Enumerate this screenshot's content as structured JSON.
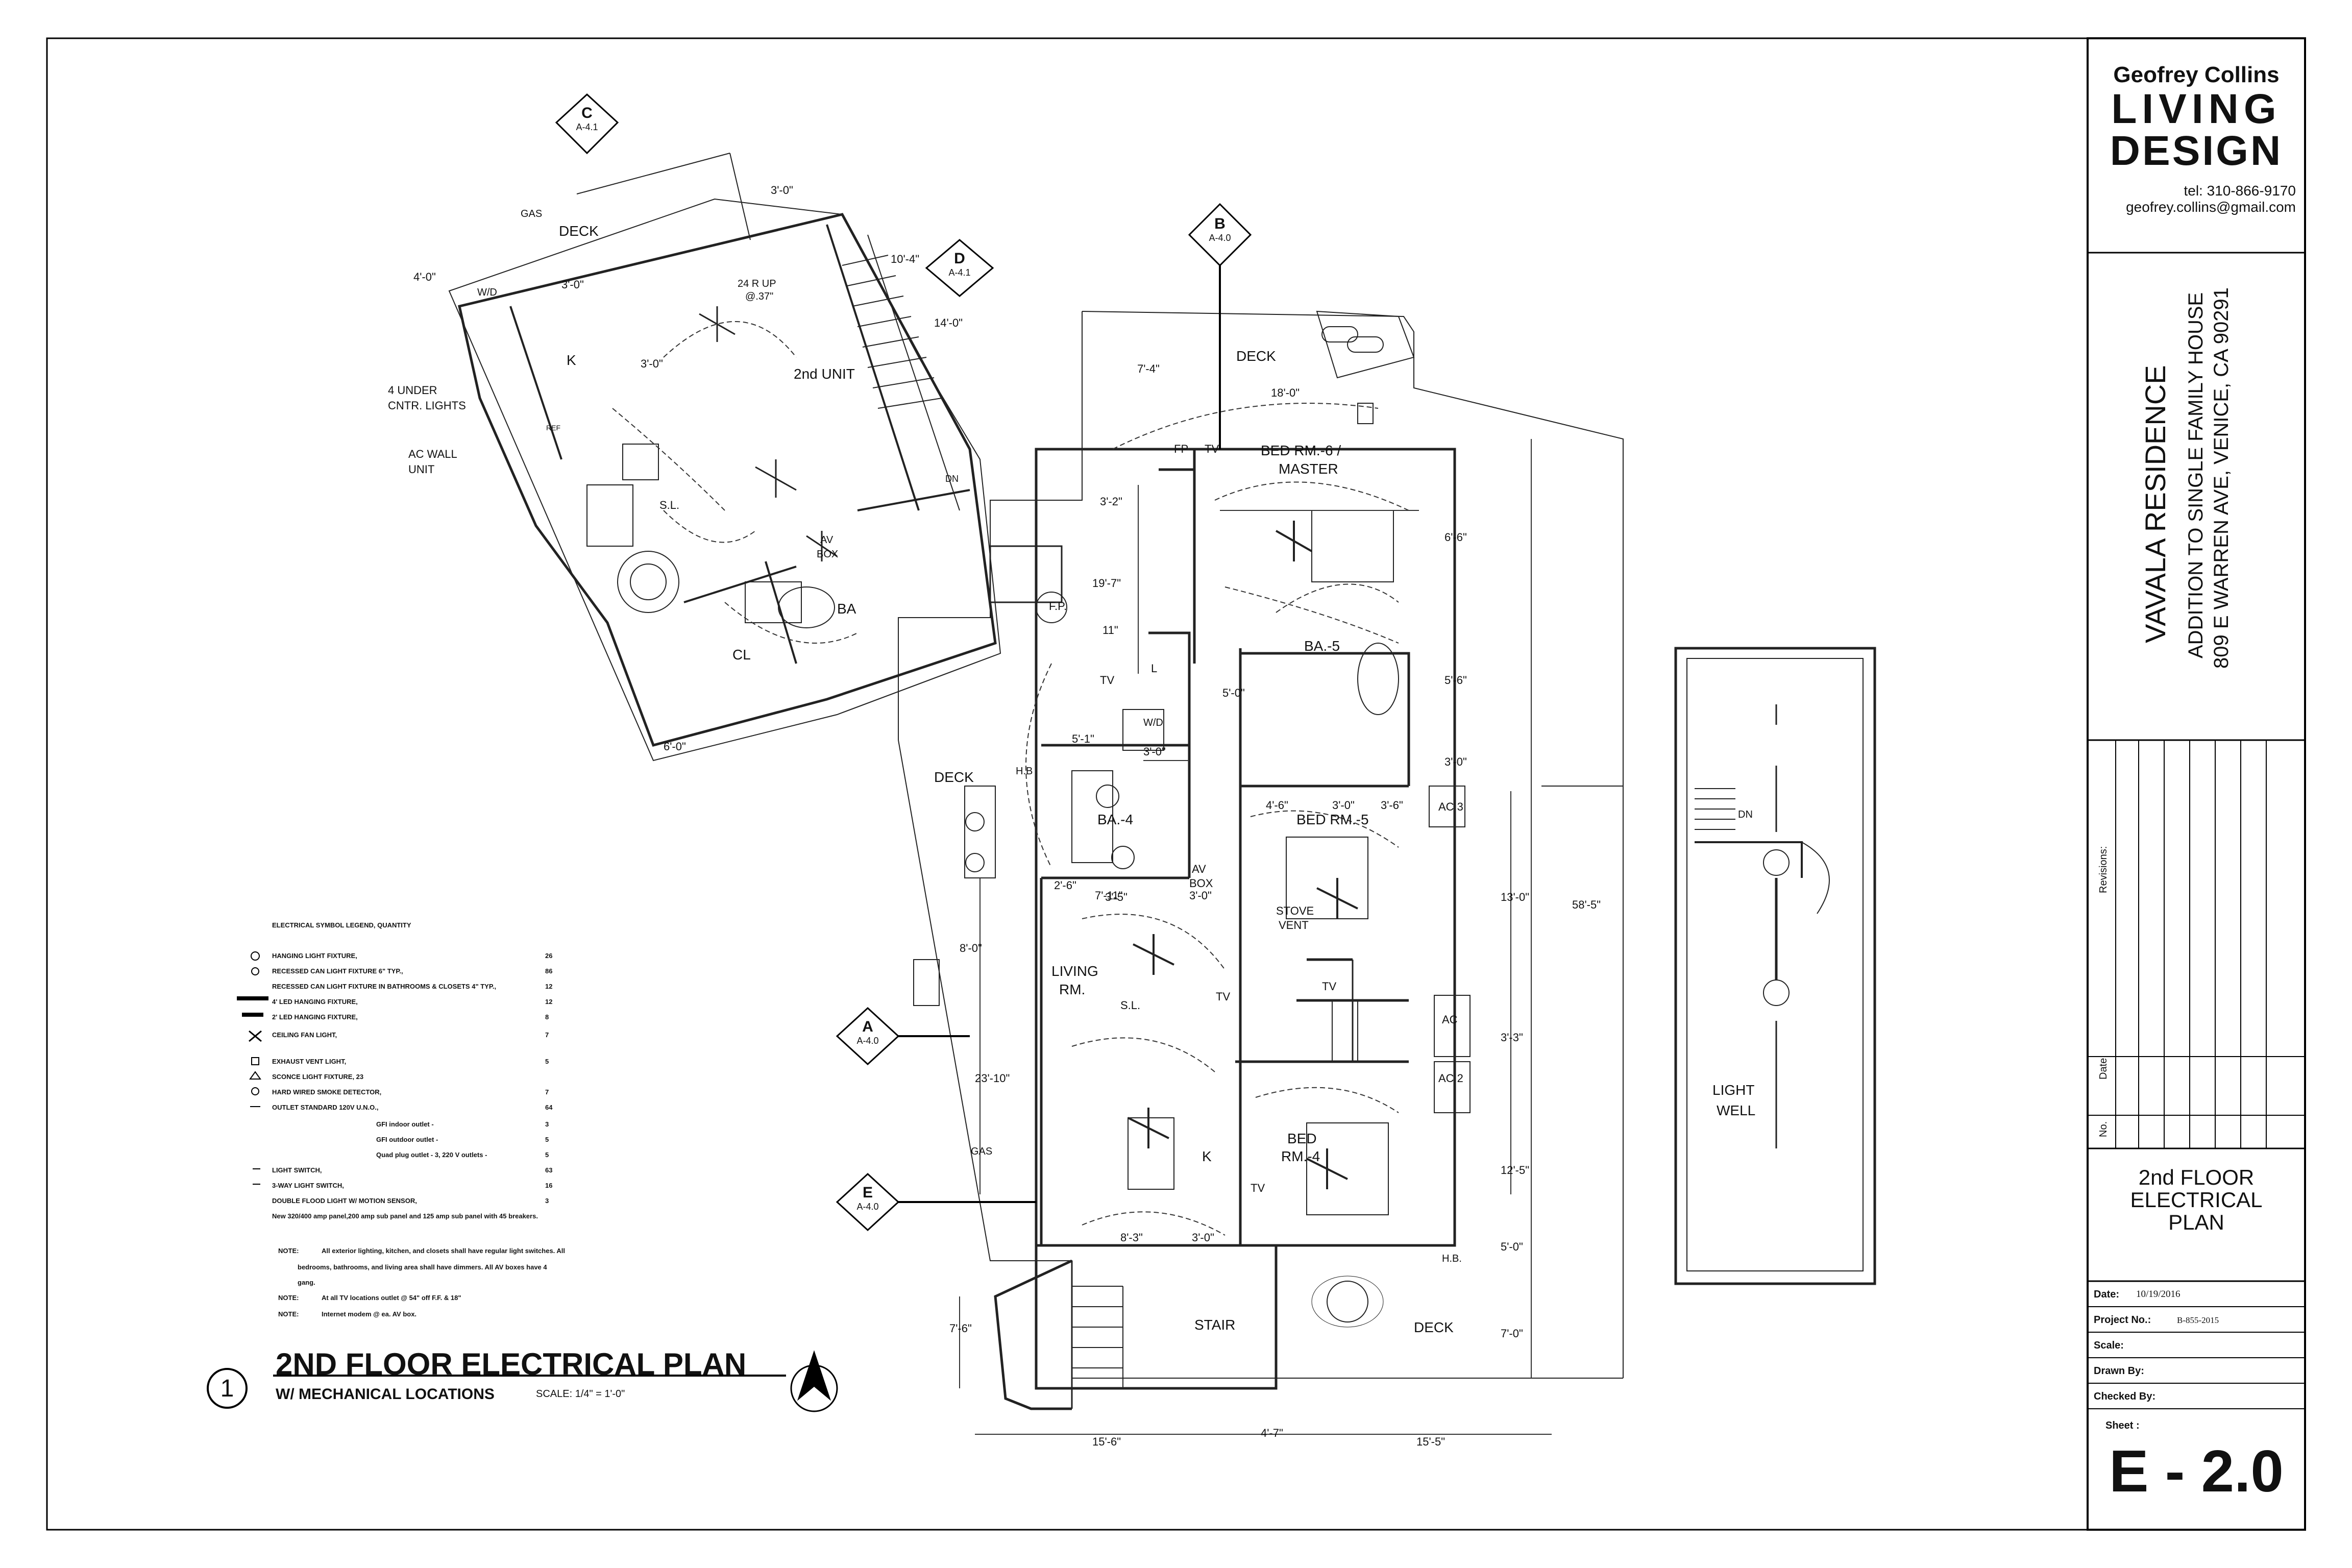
{
  "firm": {
    "name": "Geofrey Collins",
    "line1": "LIVING",
    "line2": "DESIGN",
    "tel": "tel: 310-866-9170",
    "email": "geofrey.collins@gmail.com"
  },
  "project": {
    "name": "VAVALA RESIDENCE",
    "scope": "ADDITION TO SINGLE FAMILY HOUSE",
    "address": "809 E WARREN AVE, VENICE, CA 90291"
  },
  "revisions": {
    "revisions_label": "Revisions:",
    "date_label": "Date",
    "no_label": "No."
  },
  "sheet_title": {
    "line1": "2nd FLOOR",
    "line2": "ELECTRICAL",
    "line3": "PLAN"
  },
  "title_block": {
    "date_label": "Date:",
    "date_value": "10/19/2016",
    "project_no_label": "Project No.:",
    "project_no_value": "B-855-2015",
    "scale_label": "Scale:",
    "drawn_by_label": "Drawn By:",
    "checked_by_label": "Checked By:",
    "sheet_label": "Sheet :",
    "sheet_number": "E - 2.0"
  },
  "drawing_title": {
    "number": "1",
    "title": "2ND FLOOR ELECTRICAL PLAN",
    "subtitle": "W/ MECHANICAL LOCATIONS",
    "scale": "SCALE: 1/4\" = 1'-0\""
  },
  "legend": {
    "title": "ELECTRICAL SYMBOL LEGEND, QUANTITY",
    "items": [
      {
        "label": "HANGING LIGHT FIXTURE,",
        "qty": "26"
      },
      {
        "label": "RECESSED CAN LIGHT FIXTURE 6\" TYP.,",
        "qty": "86"
      },
      {
        "label": "RECESSED CAN LIGHT FIXTURE IN BATHROOMS & CLOSETS 4\" TYP.,",
        "qty": "12"
      },
      {
        "label": "4' LED HANGING FIXTURE,",
        "qty": "12"
      },
      {
        "label": "2' LED HANGING FIXTURE,",
        "qty": "8"
      },
      {
        "label": "CEILING FAN LIGHT,",
        "qty": "7"
      },
      {
        "label": "EXHAUST VENT LIGHT,",
        "qty": "5"
      },
      {
        "label": "SCONCE LIGHT FIXTURE, 23",
        "qty": ""
      },
      {
        "label": "HARD WIRED SMOKE DETECTOR,",
        "qty": "7"
      },
      {
        "label": "OUTLET STANDARD 120V U.N.O.,",
        "qty": "64"
      },
      {
        "label": "GFI indoor outlet -",
        "qty": "3"
      },
      {
        "label": "GFI outdoor outlet -",
        "qty": "5"
      },
      {
        "label": "Quad plug outlet - 3, 220 V outlets -",
        "qty": "5"
      },
      {
        "label": "LIGHT SWITCH,",
        "qty": "63"
      },
      {
        "label": "3-WAY LIGHT SWITCH,",
        "qty": "16"
      },
      {
        "label": "DOUBLE FLOOD LIGHT W/ MOTION SENSOR,",
        "qty": "3"
      }
    ],
    "panel_note": "New 320/400 amp panel,200 amp sub panel and 125 amp sub panel with 45 breakers."
  },
  "notes": {
    "note1_label": "NOTE:",
    "note1_line1": "All exterior lighting, kitchen, and closets shall have regular light switches.  All",
    "note1_line2": "bedrooms, bathrooms, and living area shall have dimmers. All AV boxes have 4",
    "note1_line3": "gang.",
    "note2_label": "NOTE:",
    "note2_text": "At all TV locations outlet @ 54\" off F.F. & 18\"",
    "note3_label": "NOTE:",
    "note3_text": "Internet modem @ ea. AV box."
  },
  "section_markers": {
    "c": {
      "letter": "C",
      "ref": "A-4.1"
    },
    "d": {
      "letter": "D",
      "ref": "A-4.1"
    },
    "b": {
      "letter": "B",
      "ref": "A-4.0"
    },
    "a": {
      "letter": "A",
      "ref": "A-4.0"
    },
    "e": {
      "letter": "E",
      "ref": "A-4.0"
    }
  },
  "rooms": {
    "deck_unit": "DECK",
    "second_unit": "2nd UNIT",
    "k_unit": "K",
    "sl_unit": "S.L.",
    "av_box_unit": "AV",
    "av_box_unit2": "BOX",
    "ba_unit": "BA",
    "cl_unit": "CL",
    "dn_unit": "DN",
    "wd_unit": "W/D",
    "gas_unit": "GAS",
    "ref_unit": "REF",
    "stair_up": "24 R UP",
    "stair_up2": "@.37\"",
    "deck_top": "DECK",
    "bed6": "BED RM.-6 /",
    "master": "MASTER",
    "fp_upper": "FP",
    "tv_upper": "TV",
    "fp_deck": "F.P.",
    "ba5": "BA.-5",
    "l_closet": "L",
    "tv_mid": "TV",
    "wd_mid": "W/D",
    "deck_left": "DECK",
    "ba4": "BA.-4",
    "hb_left": "H.B",
    "av_box_mid": "AV",
    "av_box_mid2": "BOX",
    "bed5": "BED RM.-5",
    "ac3": "AC 3",
    "stove_vent": "STOVE",
    "stove_vent2": "VENT",
    "living": "LIVING",
    "living2": "RM.",
    "sl_mid": "S.L.",
    "tv_living": "TV",
    "tv_center": "TV",
    "ac": "AC",
    "ac2": "AC 2",
    "gas_left": "GAS",
    "k_mid": "K",
    "tv_bed4": "TV",
    "bed4": "BED",
    "bed4b": "RM.-4",
    "hb_right": "H.B.",
    "stair": "STAIR",
    "deck_bottom": "DECK",
    "light_well": "LIGHT",
    "light_well2": "WELL",
    "dn_well": "DN",
    "under_cntr": "4 UNDER",
    "under_cntr2": "CNTR. LIGHTS",
    "ac_wall": "AC WALL",
    "ac_wall2": "UNIT",
    "c_mark": "C"
  },
  "dimensions": {
    "d1": "3'-0\"",
    "d2": "4'-0\"",
    "d3": "3'-0\"",
    "d4": "7'-4\"",
    "d5": "18'-0\"",
    "d6": "3'-2\"",
    "d7": "19'-7\"",
    "d8": "6'-6\"",
    "d9": "11\"",
    "d10": "5'-6\"",
    "d11": "5'-0\"",
    "d12": "3'-0\"",
    "d13": "5'-1\"",
    "d14": "3'-0\"",
    "d15": "4'-6\"",
    "d16": "3'-0\"",
    "d17": "3'-6\"",
    "d18": "2'-6\"",
    "d19": "7'-11\"",
    "d20": "3'-0\"",
    "d21": "8'-0\"",
    "d22": "13'-0\"",
    "d23": "58'-5\"",
    "d24": "23'-10\"",
    "d25": "3'-3\"",
    "d26": "12'-5\"",
    "d27": "8'-3\"",
    "d28": "3'-0\"",
    "d29": "5'-0\"",
    "d30": "7'-6\"",
    "d31": "7'-0\"",
    "d32": "15'-6\"",
    "d33": "4'-7\"",
    "d34": "15'-5\"",
    "d35": "6'-0\"",
    "d36": "10'-4\"",
    "d37": "14'-0\"",
    "d38": "3'-0\"",
    "d39": "3'-5\""
  }
}
